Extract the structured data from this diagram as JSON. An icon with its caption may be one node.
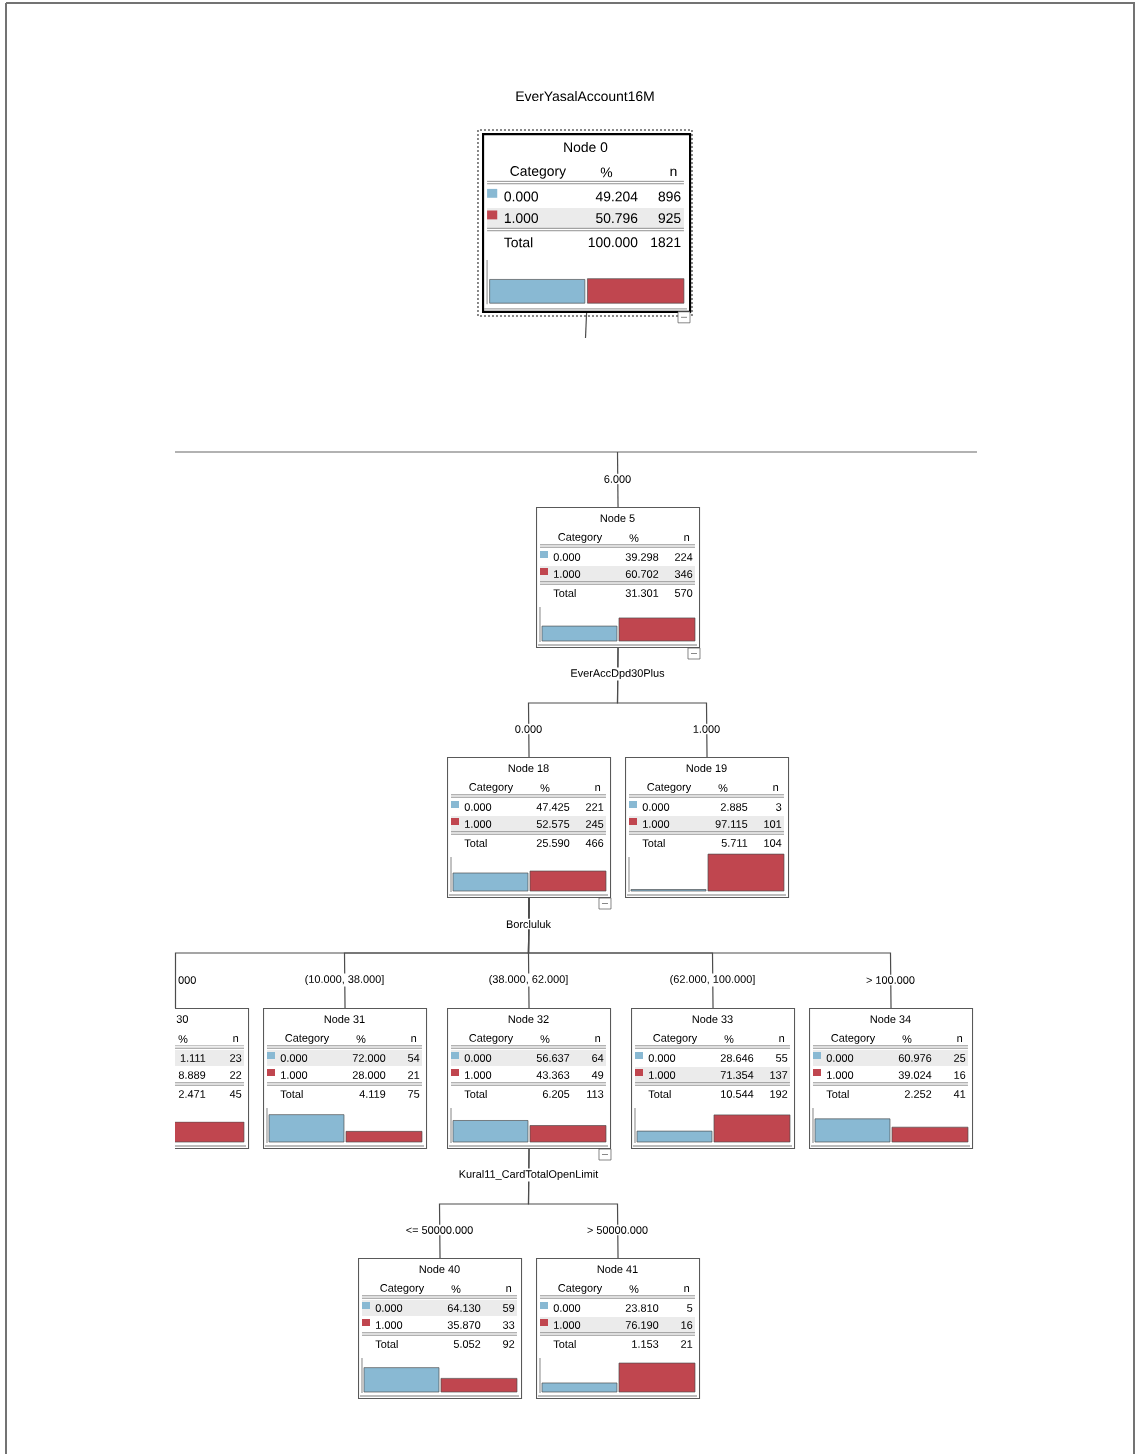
{
  "diagram": {
    "title": "EverYasalAccount16M",
    "nodes": [
      {
        "text": [
          "Node 0",
          "Category",
          "%",
          "n",
          "0.000",
          "49.204",
          "896",
          "1.000",
          "50.796",
          "925",
          "Total",
          "100.000",
          "1821"
        ]
      },
      {
        "text": [
          "Node 5",
          "Category",
          "%",
          "n",
          "0.000",
          "39.298",
          "224",
          "1.000",
          "60.702",
          "346",
          "Total",
          "31.301",
          "570"
        ],
        "beside": [
          "EverAccDpd30Plus"
        ]
      },
      {
        "text": [
          "Node 18",
          "Category",
          "%",
          "n",
          "0.000",
          "47.425",
          "221",
          "1.000",
          "52.575",
          "245",
          "Total",
          "25.590",
          "466"
        ],
        "beside": [
          "Borcluluk"
        ]
      },
      {
        "text": [
          "Node 19",
          "Category",
          "%",
          "n",
          "0.000",
          "2.885",
          "3",
          "1.000",
          "97.115",
          "101",
          "Total",
          "5.711",
          "104"
        ]
      },
      {
        "text": [
          "30",
          "%",
          "n",
          "1.111",
          "23",
          "8.889",
          "22",
          "2.471",
          "45"
        ]
      },
      {
        "text": [
          "Node 31",
          "Category",
          "%",
          "n",
          "0.000",
          "72.000",
          "54",
          "1.000",
          "28.000",
          "21",
          "Total",
          "4.119",
          "75"
        ]
      },
      {
        "text": [
          "Node 32",
          "Category",
          "%",
          "n",
          "0.000",
          "56.637",
          "64",
          "1.000",
          "43.363",
          "49",
          "Total",
          "6.205",
          "113"
        ],
        "beside": [
          "Kural11_CardTotalOpenLimit"
        ]
      },
      {
        "text": [
          "Node 33",
          "Category",
          "%",
          "n",
          "0.000",
          "28.646",
          "55",
          "1.000",
          "71.354",
          "137",
          "Total",
          "10.544",
          "192"
        ]
      },
      {
        "text": [
          "Node 34",
          "Category",
          "%",
          "n",
          "0.000",
          "60.976",
          "25",
          "1.000",
          "39.024",
          "16",
          "Total",
          "2.252",
          "41"
        ]
      },
      {
        "text": [
          "Node 40",
          "Category",
          "%",
          "n",
          "0.000",
          "64.130",
          "59",
          "1.000",
          "35.870",
          "33",
          "Total",
          "5.052",
          "92"
        ]
      },
      {
        "text": [
          "Node 41",
          "Category",
          "%",
          "n",
          "0.000",
          "23.810",
          "5",
          "1.000",
          "76.190",
          "16",
          "Total",
          "1.153",
          "21"
        ]
      }
    ],
    "edges": [
      {
        "from": 0,
        "to": null,
        "arrow": "none"
      },
      {
        "from": null,
        "to": 1,
        "arrow": "none",
        "label": "6.000"
      },
      {
        "from": 1,
        "to": 2,
        "arrow": "none",
        "label": "0.000"
      },
      {
        "from": 1,
        "to": 3,
        "arrow": "none",
        "label": "1.000"
      },
      {
        "from": 2,
        "to": 4,
        "arrow": "none",
        "label": "000"
      },
      {
        "from": 2,
        "to": 5,
        "arrow": "none",
        "label": "(10.000, 38.000]"
      },
      {
        "from": 2,
        "to": 6,
        "arrow": "none",
        "label": "(38.000, 62.000]"
      },
      {
        "from": 2,
        "to": 7,
        "arrow": "none",
        "label": "(62.000, 100.000]"
      },
      {
        "from": 2,
        "to": 8,
        "arrow": "none",
        "label": "> 100.000"
      },
      {
        "from": 6,
        "to": 9,
        "arrow": "none",
        "label": "<= 50000.000"
      },
      {
        "from": 6,
        "to": 10,
        "arrow": "none",
        "label": "> 50000.000"
      }
    ]
  }
}
